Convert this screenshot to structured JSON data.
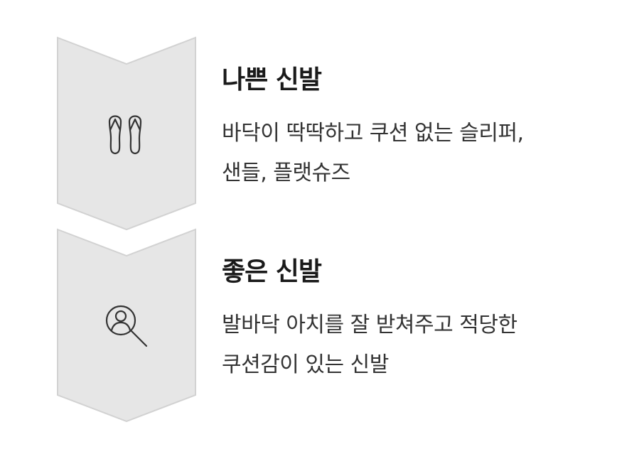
{
  "colors": {
    "chevron_fill": "#e6e6e6",
    "chevron_stroke": "#d2d2d2",
    "icon_stroke": "#333333",
    "heading": "#1a1a1a",
    "body_text": "#333333"
  },
  "items": [
    {
      "icon": "flip-flops-icon",
      "heading": "나쁜 신발",
      "lines": [
        "바닥이 딱딱하고 쿠션 없는 슬리퍼,",
        "샌들, 플랫슈즈"
      ]
    },
    {
      "icon": "person-search-icon",
      "heading": "좋은 신발",
      "lines": [
        "발바닥 아치를 잘 받쳐주고 적당한",
        "쿠션감이 있는 신발"
      ]
    }
  ]
}
